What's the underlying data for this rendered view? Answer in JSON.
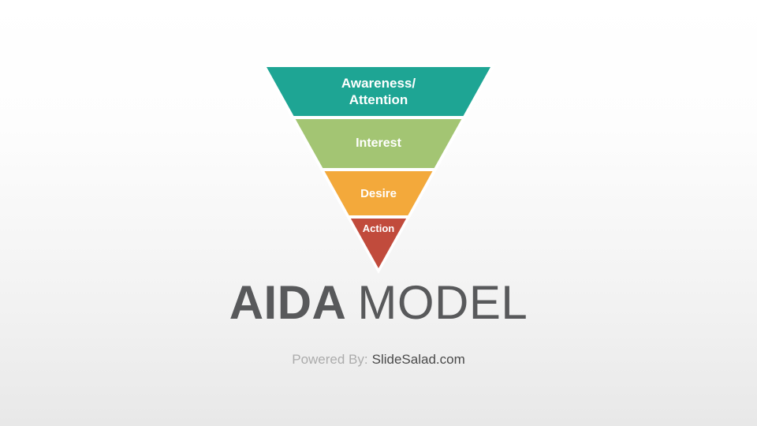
{
  "slide": {
    "background_top": "#ffffff",
    "background_bottom": "#e8e8e8"
  },
  "funnel": {
    "type": "inverted-pyramid",
    "outline_color": "#ffffff",
    "label_color": "#ffffff",
    "layers": [
      {
        "name": "awareness-attention",
        "line1": "Awareness/",
        "line2": "Attention",
        "color": "#1EA594"
      },
      {
        "name": "interest",
        "label": "Interest",
        "color": "#A3C573"
      },
      {
        "name": "desire",
        "label": "Desire",
        "color": "#F3A93B"
      },
      {
        "name": "action",
        "label": "Action",
        "color": "#C14B3C"
      }
    ]
  },
  "title": {
    "bold": "AIDA",
    "regular": "MODEL",
    "color": "#58595B"
  },
  "footer": {
    "prefix": "Powered By:",
    "brand": "SlideSalad.com",
    "prefix_color": "#ACACAC",
    "brand_color": "#4A4A4A"
  }
}
